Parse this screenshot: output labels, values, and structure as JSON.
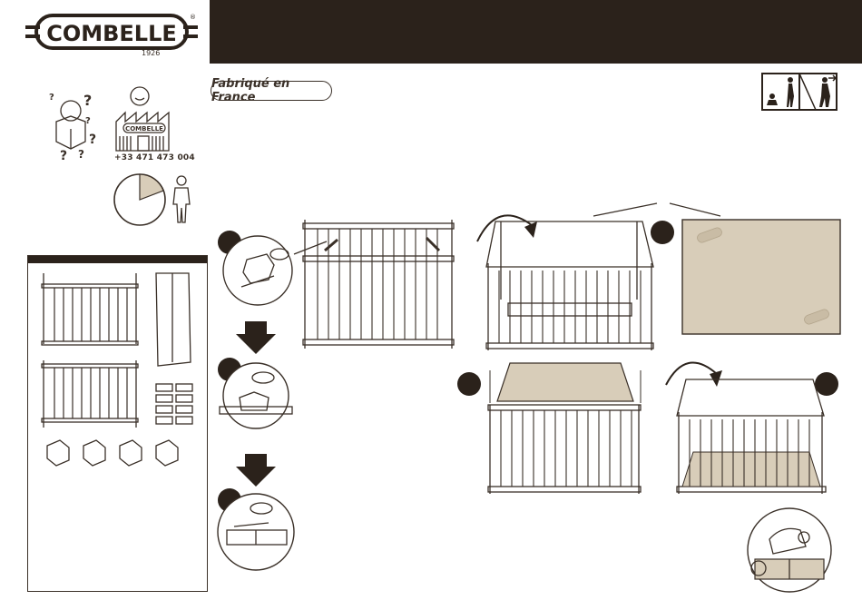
{
  "brand": {
    "name": "COMBELLE",
    "year": "1926",
    "registered": "®"
  },
  "header": {
    "made_in": "Fabriqué en France"
  },
  "support": {
    "phone": "+33 471 473 004",
    "factory_sign": "COMBELLE"
  },
  "steps": {
    "one": "",
    "two": "",
    "three": ""
  },
  "colors": {
    "dark": "#2b221b",
    "beige": "#d8cdb9",
    "line": "#3a3028"
  },
  "icons": [
    "confused-person-icon",
    "factory-icon",
    "clock-icon",
    "person-icon",
    "adult-supervision-icon",
    "arrow-down-icon",
    "rotate-arrow-icon"
  ]
}
